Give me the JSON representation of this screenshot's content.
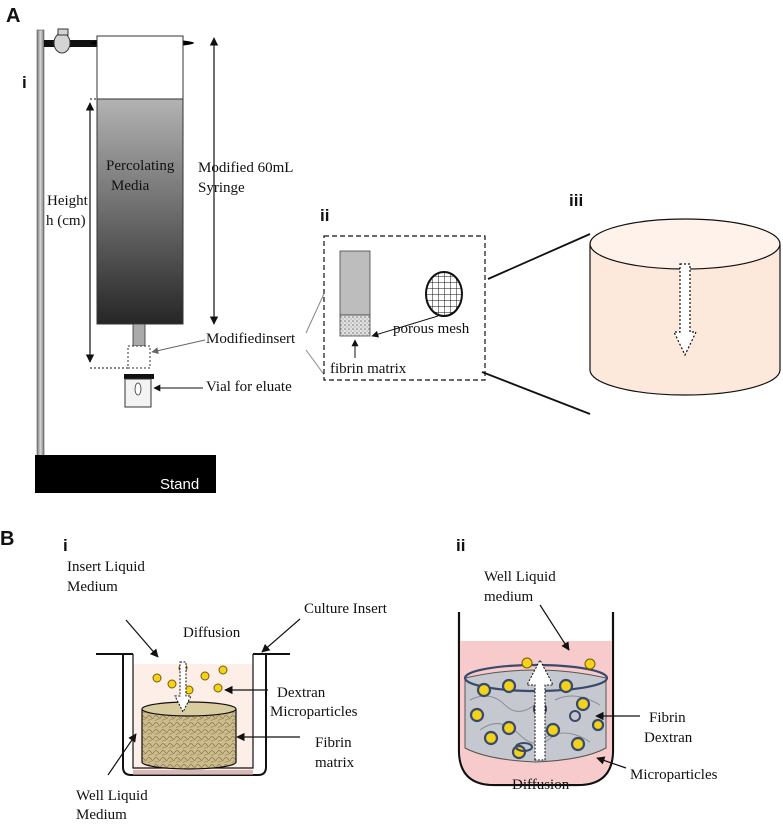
{
  "panel_a": {
    "label": "A",
    "sub_i": "i",
    "sub_ii": "ii",
    "sub_iii": "iii",
    "percolating_media_line1": "Percolating",
    "percolating_media_line2": "Media",
    "height_line1": "Height",
    "height_line2": "h (cm)",
    "syringe_line1": "Modified 60mL",
    "syringe_line2": "Syringe",
    "modified_insert": "Modifiedinsert",
    "vial": "Vial for eluate",
    "stand": "Stand",
    "porous_mesh": "porous mesh",
    "fibrin_matrix": "fibrin matrix"
  },
  "panel_b": {
    "label": "B",
    "sub_i": "i",
    "sub_ii": "ii",
    "insert_liquid_line1": "Insert Liquid",
    "insert_liquid_line2": "Medium",
    "diffusion": "Diffusion",
    "culture_insert": "Culture Insert",
    "dextran_line1": "Dextran",
    "dextran_line2": "Microparticles",
    "fibrin_line1": "Fibrin",
    "fibrin_line2": "matrix",
    "well_liquid_line1": "Well Liquid",
    "well_liquid_line2": "Medium",
    "well_liquid2_line1": "Well Liquid",
    "well_liquid2_line2": "medium",
    "fibrin2_line1": "Fibrin",
    "fibrin2_line2": "Dextran",
    "diffusion2": "Diffusion",
    "microparticles": "Microparticles"
  },
  "colors": {
    "syringe_top": "#a8a8a8",
    "syringe_bottom": "#2a2a2a",
    "cylinder_fill": "#fde8dc",
    "well_medium": "#f6c7c7",
    "fibrin_matrix": "#c9b88a",
    "particle": "#f2d21b"
  }
}
